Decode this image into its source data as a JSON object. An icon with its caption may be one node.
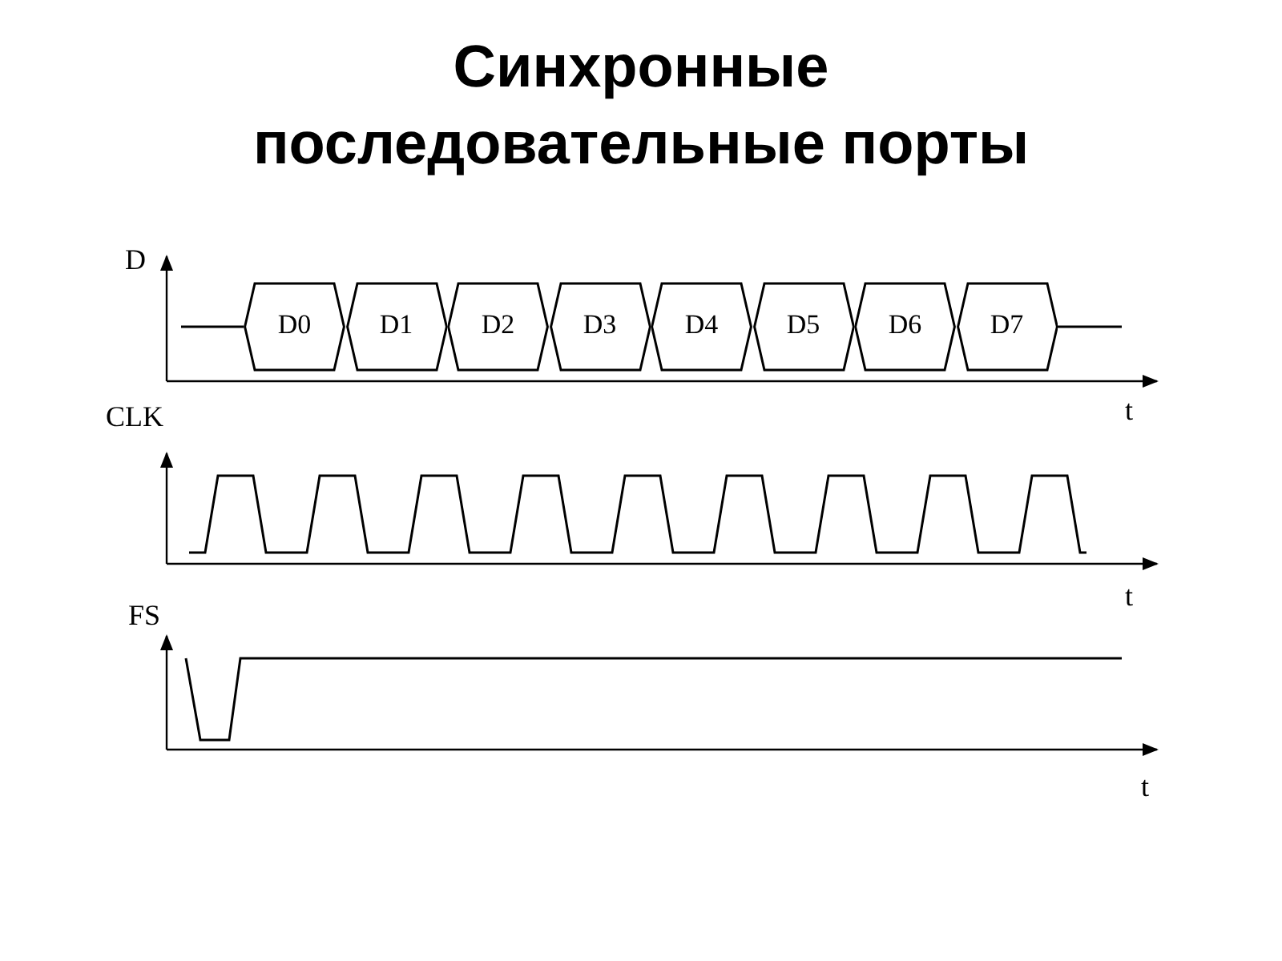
{
  "diagram": {
    "title": "Синхронные последовательные порты",
    "nodes": [
      {
        "text": [
          "D0"
        ]
      },
      {
        "text": [
          "D1"
        ]
      },
      {
        "text": [
          "D2"
        ]
      },
      {
        "text": [
          "D3"
        ]
      },
      {
        "text": [
          "D4"
        ]
      },
      {
        "text": [
          "D5"
        ]
      },
      {
        "text": [
          "D6"
        ]
      },
      {
        "text": [
          "D7"
        ]
      }
    ],
    "labels": [
      "D",
      "t",
      "CLK",
      "t",
      "FS",
      "t"
    ]
  }
}
